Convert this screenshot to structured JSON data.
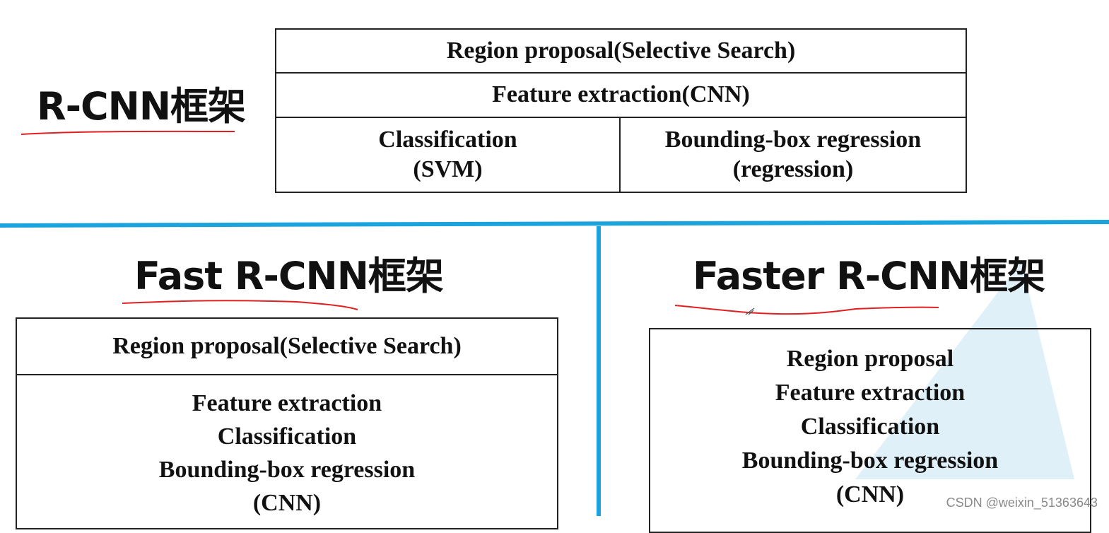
{
  "colors": {
    "divider": "#1aa3dc",
    "underline": "#e02020",
    "border": "#222222",
    "text": "#111111",
    "triangle": "#dff0f8"
  },
  "rcnn": {
    "title": "R-CNN框架",
    "row1": "Region proposal(Selective Search)",
    "row2": "Feature extraction(CNN)",
    "classification": [
      "Classification",
      "(SVM)"
    ],
    "bbox": [
      "Bounding-box regression",
      "(regression)"
    ]
  },
  "fast_rcnn": {
    "title": "Fast R-CNN框架",
    "row1": "Region proposal(Selective Search)",
    "row2": [
      "Feature extraction",
      "Classification",
      "Bounding-box regression",
      "(CNN)"
    ]
  },
  "faster_rcnn": {
    "title": "Faster R-CNN框架",
    "body": [
      "Region proposal",
      "Feature extraction",
      "Classification",
      "Bounding-box regression",
      "(CNN)"
    ]
  },
  "watermark": "CSDN @weixin_51363643"
}
